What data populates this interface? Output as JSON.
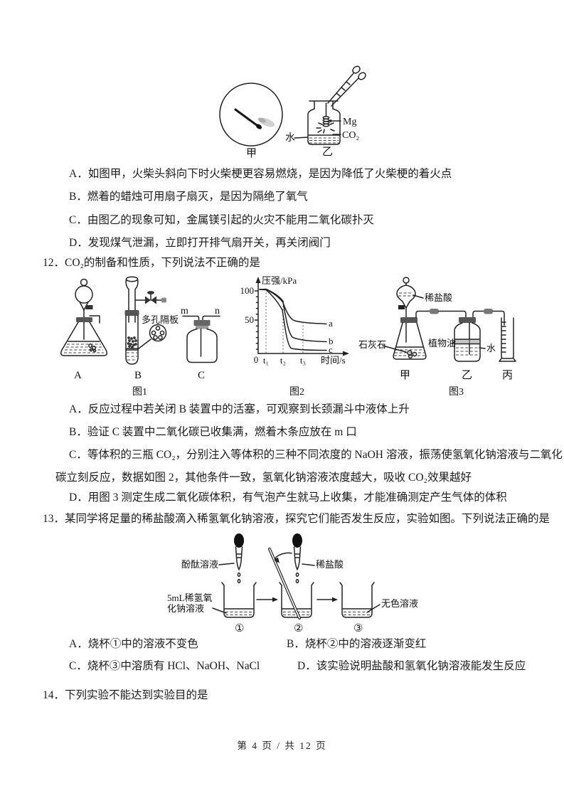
{
  "q11": {
    "figure": {
      "jia": "甲",
      "yi": "乙",
      "mg": "Mg",
      "co2": "CO₂",
      "water": "水"
    },
    "options": [
      "A．如图甲，火柴头斜向下时火柴梗更容易燃烧，是因为降低了火柴梗的着火点",
      "B．燃着的蜡烛可用扇子扇灭，是因为隔绝了氧气",
      "C．由图乙的现象可知，金属镁引起的火灾不能用二氧化碳扑灭",
      "D．发现煤气泄漏，立即打开排气扇开关，再关闭阀门"
    ]
  },
  "q12": {
    "stem": "12．CO₂的制备和性质，下列说法不正确的是",
    "fig1": {
      "labels": {
        "porous_plate": "多孔隔板",
        "m": "m",
        "n": "n",
        "apparatus_a": "A",
        "apparatus_b": "B",
        "apparatus_c": "C"
      },
      "caption": "图1"
    },
    "fig3": {
      "labels": {
        "dilute_acid": "稀盐酸",
        "limestone": "石灰石",
        "vegetable_oil": "植物油",
        "water": "水",
        "jia": "甲",
        "yi": "乙",
        "bing": "丙"
      },
      "caption": "图3"
    },
    "options": [
      "A．反应过程中若关闭 B 装置中的活塞，可观察到长颈漏斗中液体上升",
      "B．验证 C 装置中二氧化碳已收集满，燃着木条应放在 m 口",
      "C．等体积的三瓶 CO₂，分别注入等体积的三种不同浓度的 NaOH 溶液，振荡使氢氧化钠溶液与二氧化",
      "碳立刻反应，数据如图 2，其他条件一致，氢氧化钠溶液浓度越大，吸收 CO₂效果越好",
      "D．用图 3 测定生成二氧化碳体积，有气泡产生就马上收集，才能准确测定产生气体的体积"
    ]
  },
  "chart_data": {
    "type": "line",
    "caption": "图2",
    "xlabel": "时间/s",
    "ylabel": "压强/kPa",
    "x_tick_labels": [
      "0",
      "t₁",
      "t₂",
      "t₃"
    ],
    "y_tick_labels": [
      "100",
      "50"
    ],
    "ylim": [
      0,
      110
    ],
    "grid": false,
    "legend_position": "labels-at-curve-ends",
    "series": [
      {
        "name": "a",
        "x": [
          "0",
          "t1",
          "t2",
          "t3",
          "end"
        ],
        "values": [
          103,
          103,
          85,
          52,
          50
        ]
      },
      {
        "name": "b",
        "x": [
          "0",
          "t1",
          "t2",
          "t3",
          "end"
        ],
        "values": [
          103,
          103,
          82,
          25,
          20
        ]
      },
      {
        "name": "c",
        "x": [
          "0",
          "t1",
          "t2",
          "t3",
          "end"
        ],
        "values": [
          103,
          103,
          70,
          8,
          6
        ]
      }
    ]
  },
  "q13": {
    "stem": "13．某同学将足量的稀盐酸滴入稀氢氧化钠溶液，探究它们能否发生反应，实验如图。下列说法正确的是",
    "figure": {
      "labels": {
        "phenolphthalein": "酚酞溶液",
        "dilute_acid": "稀盐酸",
        "naoh_line1": "5mL稀氢氧",
        "naoh_line2": "化钠溶液",
        "colorless": "无色溶液",
        "beaker1": "①",
        "beaker2": "②",
        "beaker3": "③"
      }
    },
    "options": [
      "A．烧杯①中的溶液不变色",
      "B．烧杯②中的溶液逐渐变红",
      "C．烧杯③中溶质有 HCl、NaOH、NaCl",
      "D．该实验说明盐酸和氢氧化钠溶液能发生反应"
    ]
  },
  "q14": {
    "stem": "14．下列实验不能达到实验目的是"
  },
  "footer": {
    "page_indicator": "第 4 页 / 共 12 页"
  }
}
